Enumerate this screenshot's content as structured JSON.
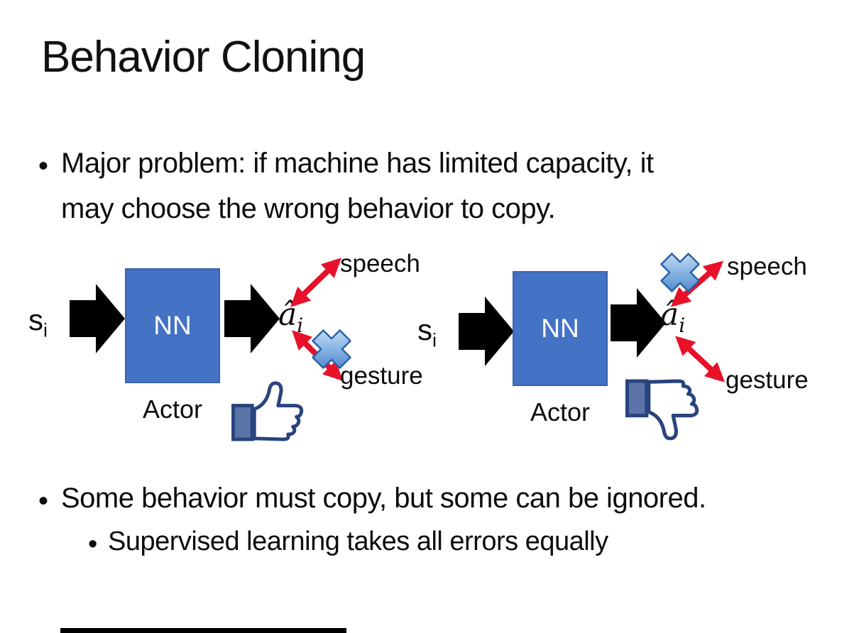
{
  "slide": {
    "title": "Behavior Cloning",
    "bullets": {
      "marker": "•",
      "main1_line1": "Major problem: if machine has limited capacity, it",
      "main1_line2": "may choose the wrong behavior to copy.",
      "main2": "Some behavior must copy, but some can be ignored.",
      "sub1": "Supervised learning takes all errors equally"
    }
  },
  "diagram_left": {
    "input_symbol": "s",
    "input_subscript": "i",
    "network_label": "NN",
    "role_label": "Actor",
    "output_symbol": "â",
    "output_subscript": "i",
    "branch_top_label": "speech",
    "branch_bottom_label": "gesture",
    "crossed_out_branch": "gesture",
    "feedback_icon": "thumbs-up"
  },
  "diagram_right": {
    "input_symbol": "s",
    "input_subscript": "i",
    "network_label": "NN",
    "role_label": "Actor",
    "output_symbol": "â",
    "output_subscript": "i",
    "branch_top_label": "speech",
    "branch_bottom_label": "gesture",
    "crossed_out_branch": "speech",
    "feedback_icon": "thumbs-down"
  },
  "colors": {
    "network_box_fill": "#4472C4",
    "network_box_text": "#FFFFFF",
    "flow_arrow": "#000000",
    "branch_arrow": "#E8112A",
    "cross_icon_fill": "#4E8BD0",
    "cross_icon_stroke": "#2862A8",
    "thumb_icon_outline": "#29447E",
    "thumb_icon_sleeve": "#5B74A8"
  }
}
